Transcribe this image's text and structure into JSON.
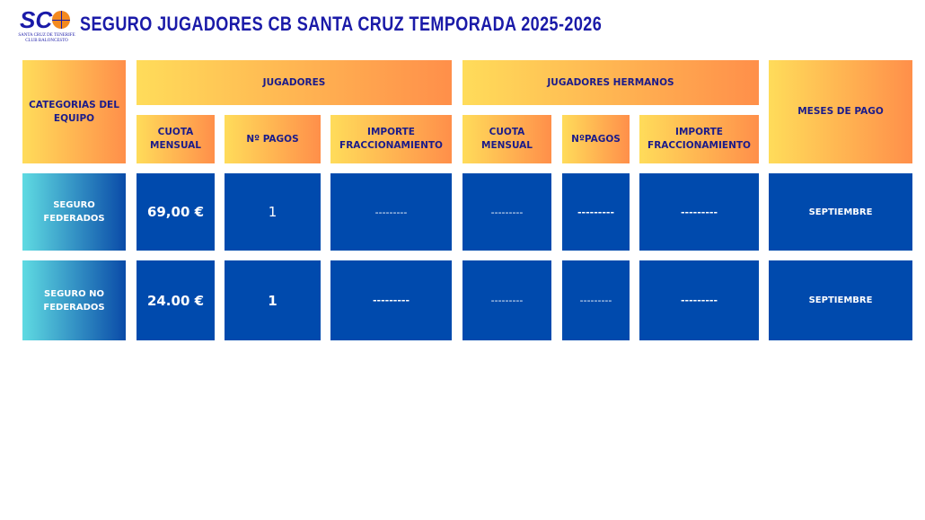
{
  "header": {
    "title": "SEGURO JUGADORES CB SANTA CRUZ TEMPORADA 2025-2026",
    "logo_text": "SC",
    "logo_subtext": "SANTA CRUZ DE TENERIFE CLUB BALONCESTO"
  },
  "table": {
    "categorias": "CATEGORIAS DEL EQUIPO",
    "jugadores": "JUGADORES",
    "hermanos": "JUGADORES HERMANOS",
    "meses": "MESES DE PAGO",
    "sub": {
      "cuota": "CUOTA MENSUAL",
      "pagos": "Nº PAGOS",
      "importe": "IMPORTE FRACCIONAMIENTO",
      "cuota_h": "CUOTA MENSUAL",
      "pagos_h": "NºPAGOS",
      "importe_h": "IMPORTE FRACCIONAMIENTO"
    },
    "rows": [
      {
        "categoria": "SEGURO FEDERADOS",
        "cuota": "69,00 €",
        "pagos": "1",
        "importe": "---------",
        "cuota_h": "---------",
        "pagos_h": "---------",
        "importe_h": "---------",
        "meses": "SEPTIEMBRE"
      },
      {
        "categoria": "SEGURO NO FEDERADOS",
        "cuota": "24.00 €",
        "pagos": "1",
        "importe": "---------",
        "cuota_h": "---------",
        "pagos_h": "---------",
        "importe_h": "---------",
        "meses": "SEPTIEMBRE"
      }
    ]
  }
}
